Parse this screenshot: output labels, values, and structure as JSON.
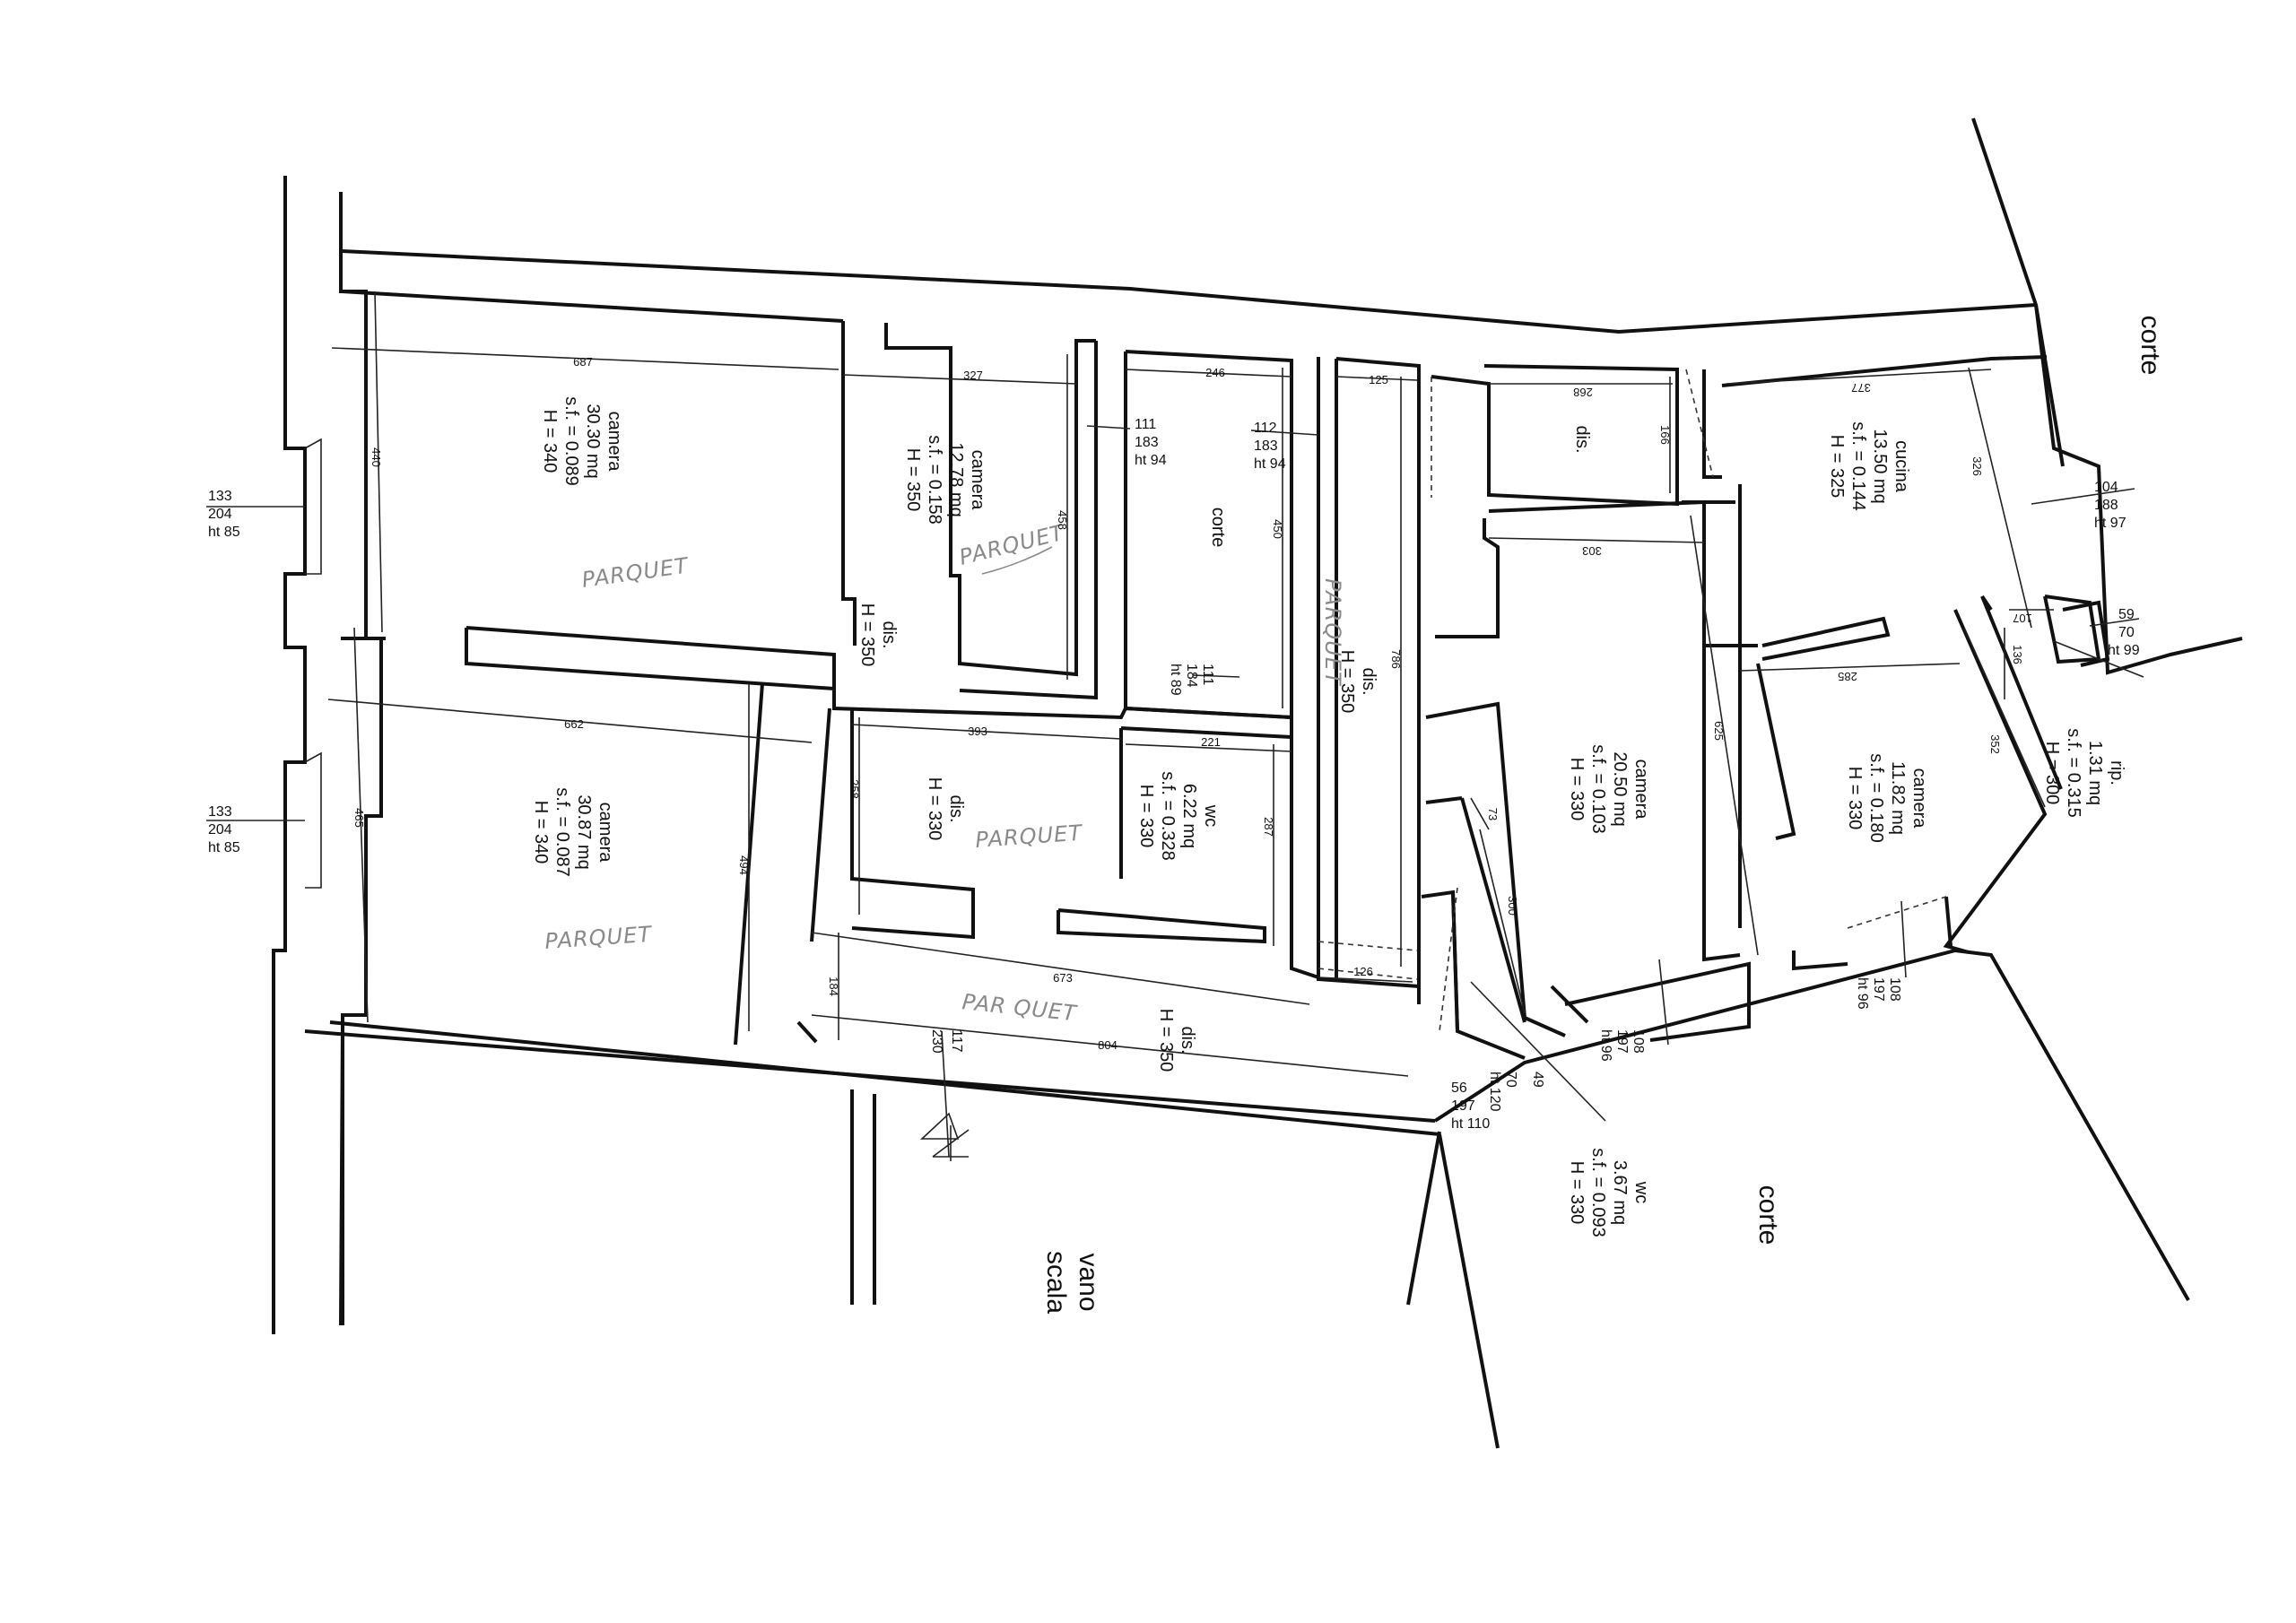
{
  "rooms": [
    {
      "id": "camera1",
      "lines": [
        "camera",
        "30.30 mq",
        "s.f. = 0.089",
        "H = 340"
      ]
    },
    {
      "id": "camera2",
      "lines": [
        "camera",
        "12.78 mq",
        "s.f. = 0.158",
        "H = 350"
      ]
    },
    {
      "id": "corte1",
      "lines": [
        "corte"
      ]
    },
    {
      "id": "dis1",
      "lines": [
        "dis.",
        "H = 350"
      ]
    },
    {
      "id": "camera3",
      "lines": [
        "camera",
        "30.87 mq",
        "s.f. = 0.087",
        "H = 340"
      ]
    },
    {
      "id": "dis2",
      "lines": [
        "dis.",
        "H = 330"
      ]
    },
    {
      "id": "wc1",
      "lines": [
        "wc",
        "6.22 mq",
        "s.f. = 0.328",
        "H = 330"
      ]
    },
    {
      "id": "dis3",
      "lines": [
        "dis.",
        "H = 350"
      ]
    },
    {
      "id": "dis4",
      "lines": [
        "dis.",
        "H = 350"
      ]
    },
    {
      "id": "dis5",
      "lines": [
        "dis."
      ]
    },
    {
      "id": "cucina",
      "lines": [
        "cucina",
        "13.50 mq",
        "s.f. = 0.144",
        "H = 325"
      ]
    },
    {
      "id": "camera4",
      "lines": [
        "camera",
        "20.50 mq",
        "s.f. = 0.103",
        "H = 330"
      ]
    },
    {
      "id": "camera5",
      "lines": [
        "camera",
        "11.82 mq",
        "s.f. = 0.180",
        "H = 330"
      ]
    },
    {
      "id": "rip",
      "lines": [
        "rip.",
        "1.31 mq",
        "s.f. = 0.315",
        "H = 300"
      ]
    },
    {
      "id": "wc2",
      "lines": [
        "wc",
        "3.67 mq",
        "s.f. = 0.093",
        "H = 330"
      ]
    }
  ],
  "areas": {
    "corte_top_right": "corte",
    "corte_bottom": "corte",
    "vano_scala": [
      "vano",
      "scala"
    ]
  },
  "handwritten": {
    "parquet_1": "PARQUET",
    "parquet_2": "PARQUET",
    "parquet_3": "PARQUET",
    "parquet_4": "PARQUET",
    "parquet_5": "PARQUET",
    "parquet_6": "PAR QUET"
  },
  "dimensions": {
    "d687": "687",
    "d327": "327",
    "d246": "246",
    "d125": "125",
    "d268": "268",
    "d377": "377",
    "d440": "440",
    "d458": "458",
    "d450": "450",
    "d786": "786",
    "d166": "166",
    "d326": "326",
    "d303": "303",
    "d107": "107",
    "d136": "136",
    "d285": "285",
    "d352": "352",
    "d625": "625",
    "d662": "662",
    "d393": "393",
    "d221": "221",
    "d258": "258",
    "d287": "287",
    "d465": "465",
    "d494": "494",
    "d673": "673",
    "d184": "184",
    "d804": "804",
    "d126": "126",
    "d73": "73",
    "d300": "300"
  },
  "openings": {
    "o1": [
      "133",
      "204",
      "ht 85"
    ],
    "o2": [
      "133",
      "204",
      "ht 85"
    ],
    "o3": [
      "111",
      "183",
      "ht 94"
    ],
    "o4": [
      "112",
      "183",
      "ht 94"
    ],
    "o5": [
      "111",
      "184",
      "ht 89"
    ],
    "o6": [
      "104",
      "188",
      "ht 97"
    ],
    "o7": [
      "59",
      "70",
      "ht 99"
    ],
    "o8": [
      "117",
      "230"
    ],
    "o9": [
      "56",
      "197",
      "ht 110"
    ],
    "o10": [
      "70",
      "ht 120"
    ],
    "o11": [
      "49"
    ],
    "o12": [
      "108",
      "197",
      "ht 96"
    ],
    "o13": [
      "108",
      "197",
      "ht 96"
    ]
  }
}
